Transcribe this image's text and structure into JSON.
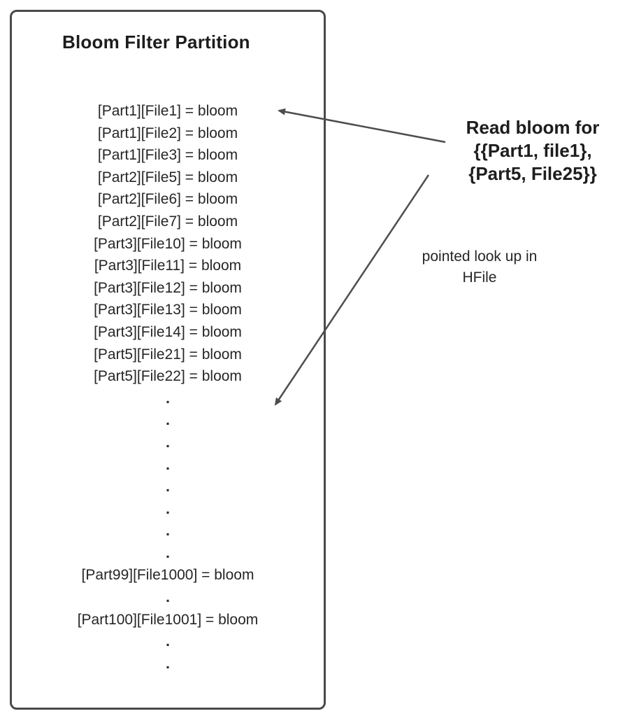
{
  "box": {
    "title": "Bloom Filter Partition",
    "lines": [
      "[Part1][File1] = bloom",
      "[Part1][File2] = bloom",
      "[Part1][File3] = bloom",
      "[Part2][File5] = bloom",
      "[Part2][File6] = bloom",
      "[Part2][File7] = bloom",
      "[Part3][File10] = bloom",
      "[Part3][File11] = bloom",
      "[Part3][File12] = bloom",
      "[Part3][File13] = bloom",
      "[Part3][File14] = bloom",
      "[Part5][File21] = bloom",
      "[Part5][File22] = bloom",
      ".",
      ".",
      ".",
      ".",
      ".",
      ".",
      ".",
      ".",
      "[Part99][File1000] = bloom",
      ".",
      "[Part100][File1001] = bloom",
      ".",
      "."
    ]
  },
  "annotations": {
    "read_bloom_lines": {
      "0": "Read bloom for",
      "1": "{{Part1, file1},",
      "2": "{Part5, File25}}"
    },
    "pointed_lookup_lines": {
      "0": "pointed look up in",
      "1": "HFile"
    }
  },
  "colors": {
    "box_border": "#4a4a4a",
    "text": "#262626",
    "arrow": "#4d4d4d"
  }
}
